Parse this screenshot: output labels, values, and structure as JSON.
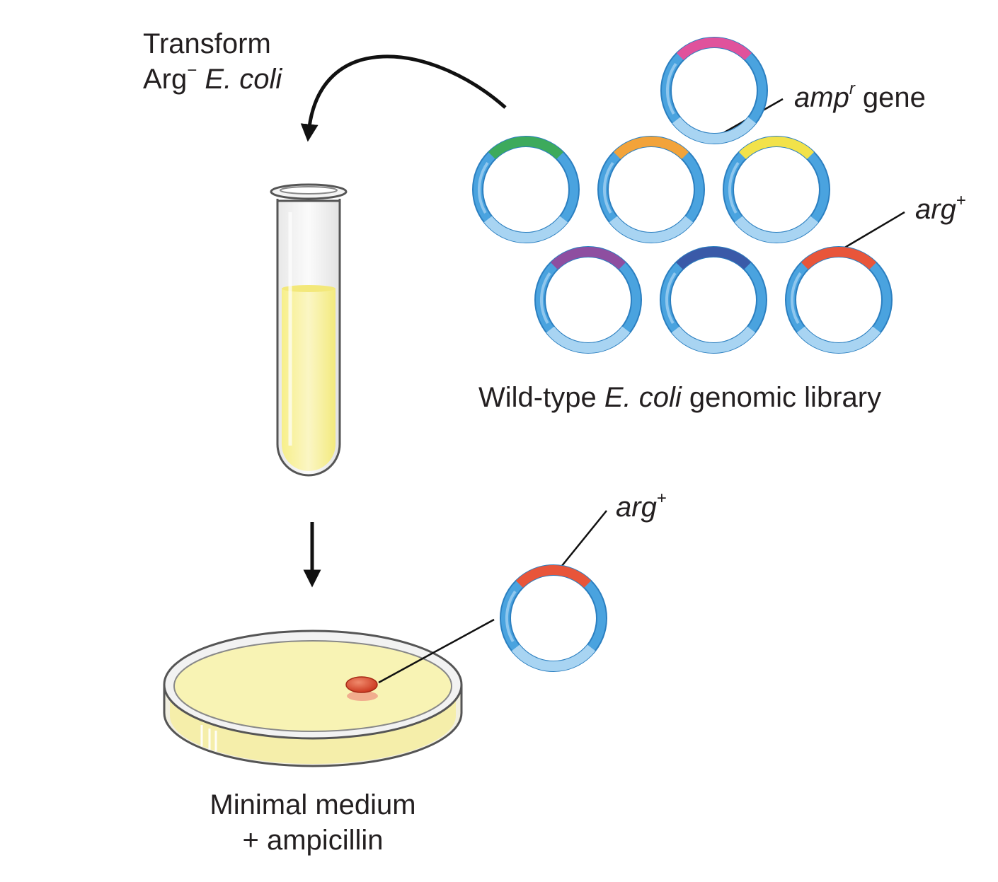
{
  "transform_label": {
    "line1": "Transform",
    "line2_prefix": "Arg",
    "line2_superscript": "−",
    "line2_species": "E. coli"
  },
  "library_label": {
    "prefix": "Wild-type ",
    "species": "E. coli",
    "suffix": " genomic library"
  },
  "amp_label": {
    "gene_name": "amp",
    "superscript": "r",
    "suffix": " gene"
  },
  "arg_label_library": {
    "gene_name": "arg",
    "superscript": "+"
  },
  "arg_label_colony": {
    "gene_name": "arg",
    "superscript": "+"
  },
  "plate_label": {
    "line1": "Minimal medium",
    "line2": "+ ampicillin"
  },
  "colors": {
    "plasmid_backbone": "#4aa3df",
    "amp_segment": "#a8d4f2",
    "insert_pink": "#e0529c",
    "insert_green": "#3daa5c",
    "insert_orange": "#f2a33a",
    "insert_yellow": "#f2e24a",
    "insert_purple": "#8e4ea0",
    "insert_navy": "#3a5aa8",
    "insert_red_arg": "#e8553a",
    "medium_yellow": "#f8f3b4",
    "colony_red": "#d9452c"
  }
}
